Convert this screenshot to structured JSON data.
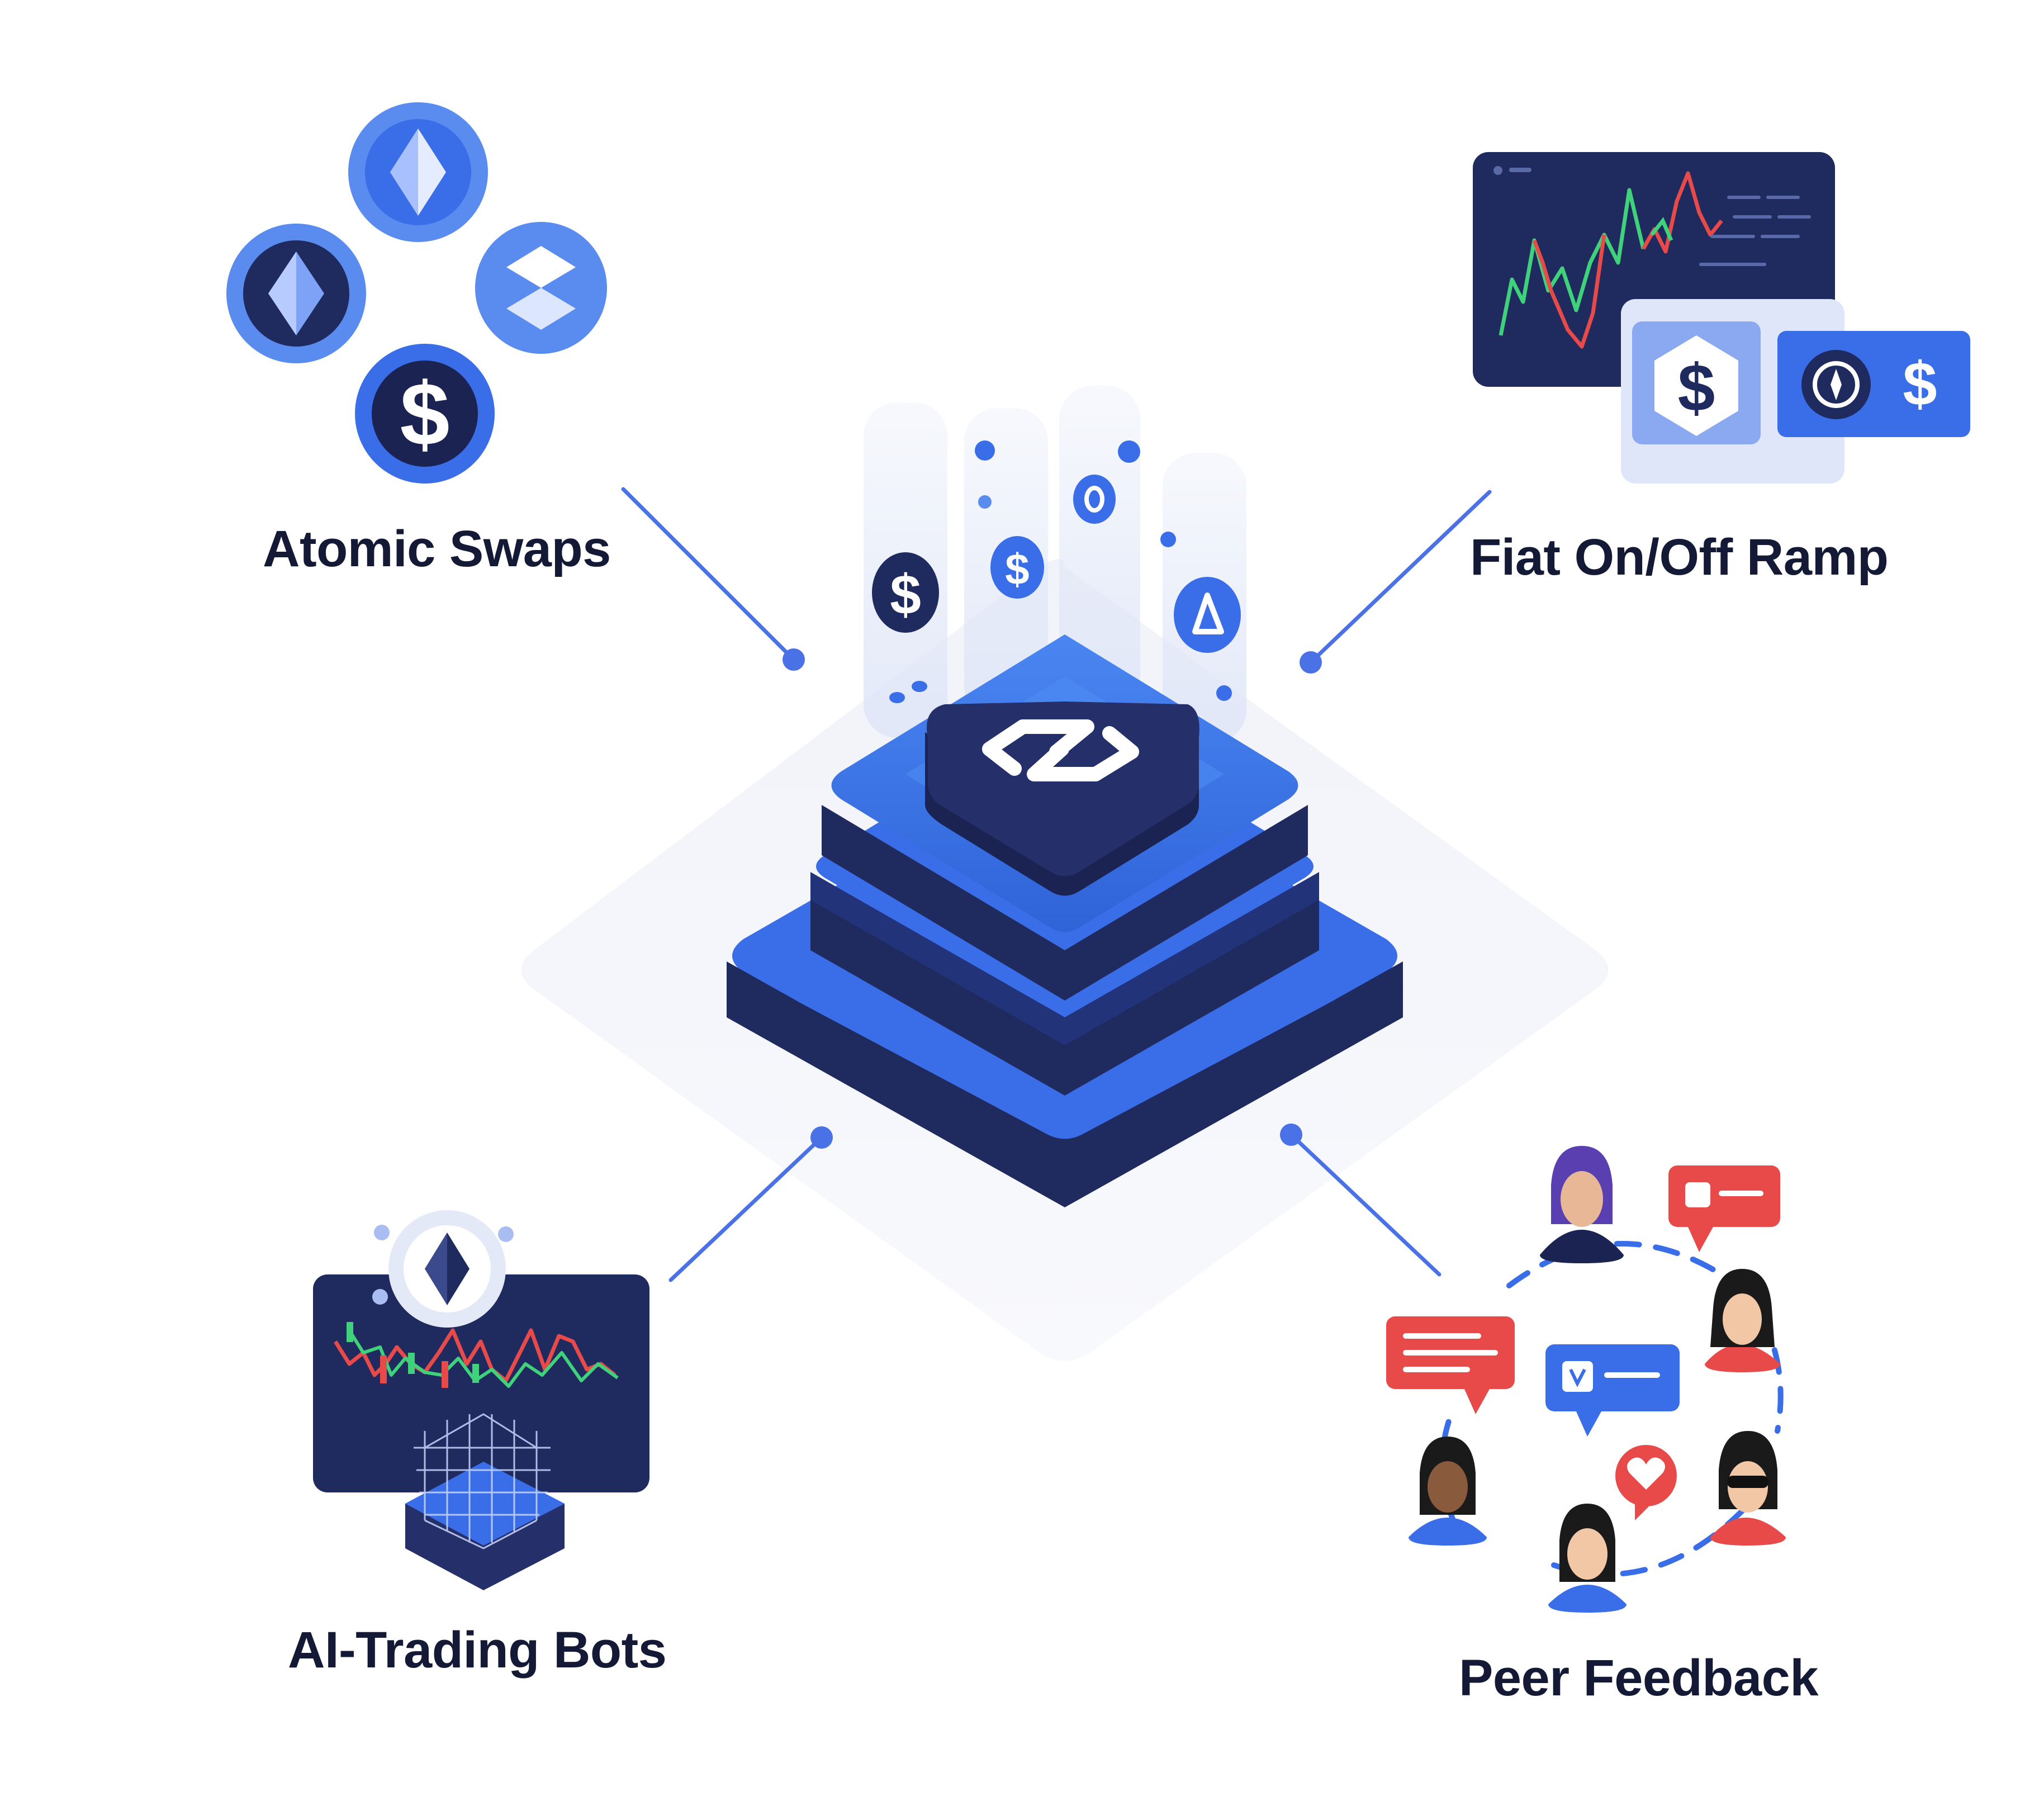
{
  "features": {
    "atomic_swaps": {
      "label": "Atomic Swaps",
      "icons": [
        "ethereum-coin-icon",
        "ethereum-coin-icon",
        "token-coin-icon",
        "dollar-coin-icon"
      ]
    },
    "fiat_ramp": {
      "label": "Fiat On/Off Ramp",
      "icons": [
        "price-chart-icon",
        "dollar-hexagon-icon",
        "compass-icon",
        "dollar-icon"
      ]
    },
    "ai_trading": {
      "label": "AI-Trading Bots",
      "icons": [
        "candlestick-chart-icon",
        "ethereum-coin-icon",
        "circuit-cube-icon"
      ]
    },
    "peer_feedback": {
      "label": "Peer Feedback",
      "icons": [
        "person-avatar-icon",
        "chat-bubble-icon",
        "heart-bubble-icon"
      ]
    }
  },
  "hub": {
    "icon": "swap-arrows-icon",
    "floating_tokens": [
      "dollar-token-icon",
      "dollar-token-icon",
      "zero-token-icon",
      "triangle-token-icon"
    ]
  },
  "colors": {
    "navy": "#1f2a5e",
    "blue": "#3a6ee8",
    "light_blue": "#5a8cf0",
    "red": "#e84a4a",
    "green": "#3fd27a",
    "text": "#141a36"
  }
}
